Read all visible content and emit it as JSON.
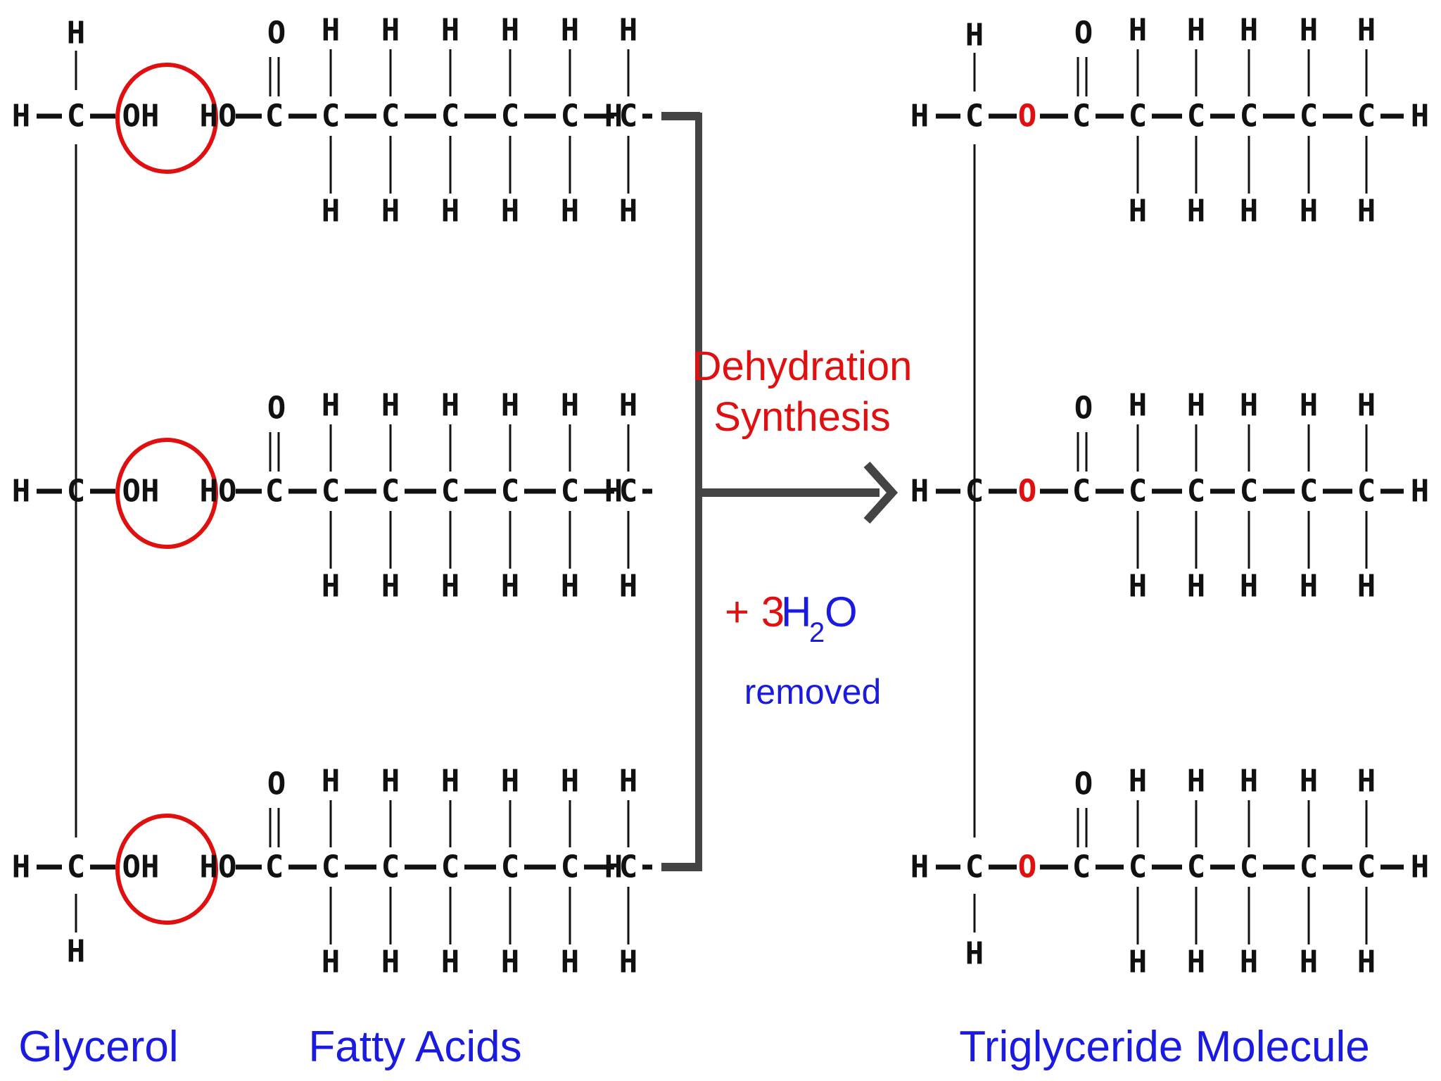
{
  "atoms": {
    "H": "H",
    "C": "C",
    "O": "O",
    "OH": "OH",
    "HO": "HO"
  },
  "labels": {
    "reaction_line1": "Dehydration",
    "reaction_line2": "Synthesis",
    "water_prefix": "+ 3",
    "water_h": "H",
    "water_sub": "2",
    "water_o": "O",
    "removed": "removed",
    "glycerol": "Glycerol",
    "fatty_acids": "Fatty Acids",
    "triglyceride": "Triglyceride Molecule"
  },
  "colors": {
    "ink": "#111111",
    "reaction": "#e01010",
    "water": "#1a1ae0",
    "caption": "#1a1ae0",
    "circle": "#e01010",
    "ester_oxygen": "#e01010"
  }
}
